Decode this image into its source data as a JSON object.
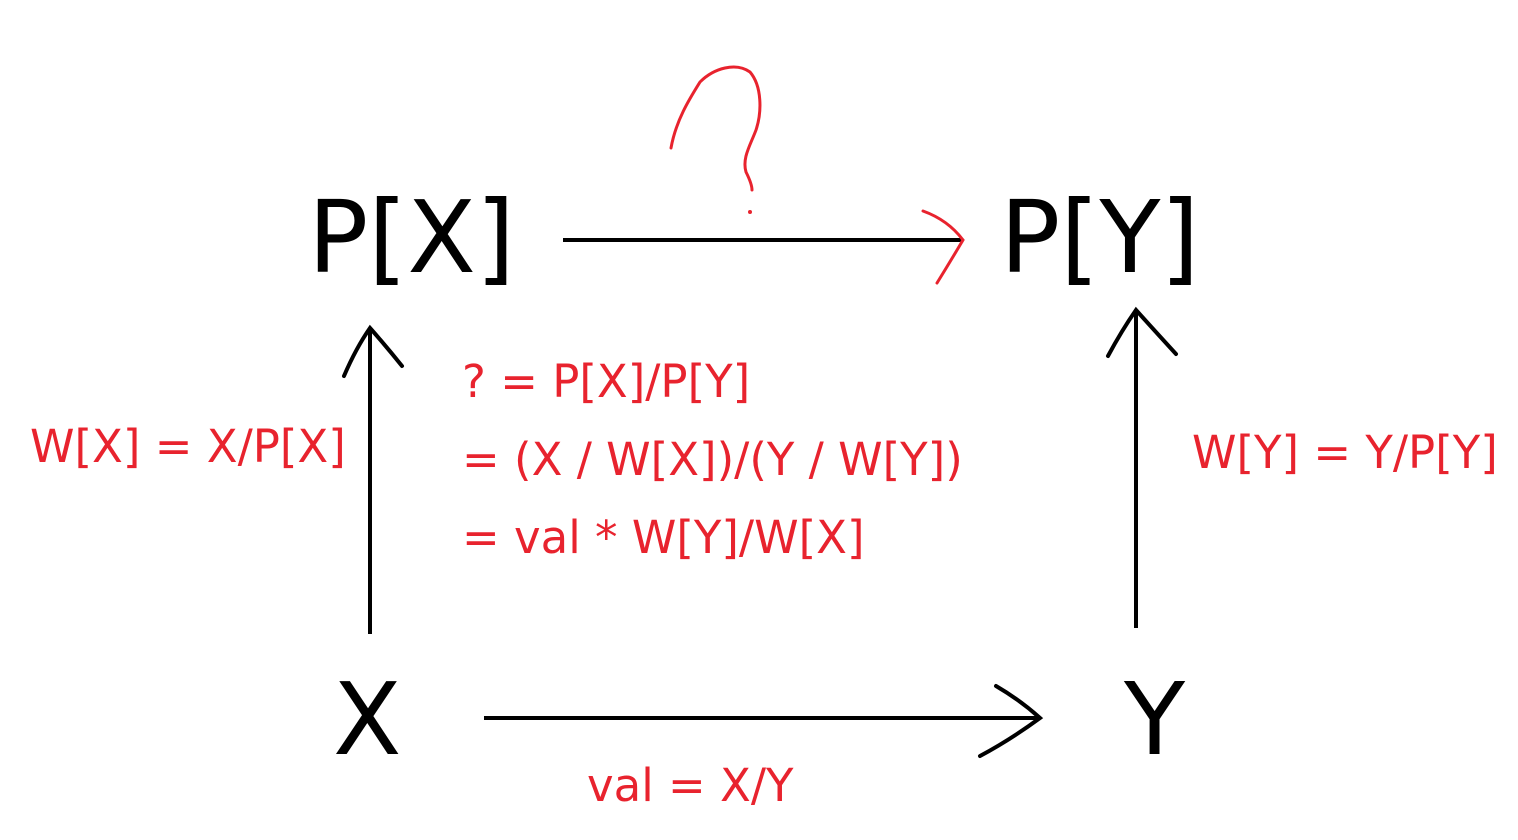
{
  "colors": {
    "ink": "#000000",
    "annotation": "#e8232e",
    "background": "#ffffff"
  },
  "nodes": {
    "px": "P[X]",
    "py": "P[Y]",
    "x": "X",
    "y": "Y"
  },
  "labels": {
    "wx": "W[X] = X/P[X]",
    "wy": "W[Y] = Y/P[Y]",
    "val": "val = X/Y"
  },
  "derivation": [
    "? = P[X]/P[Y]",
    "= (X / W[X])/(Y / W[Y])",
    "= val * W[Y]/W[X]"
  ]
}
